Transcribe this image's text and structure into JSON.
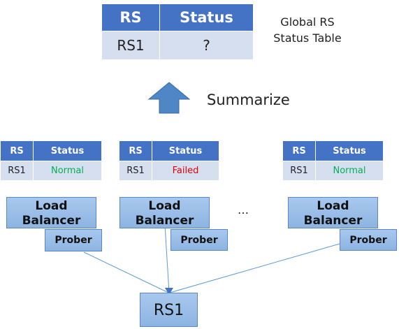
{
  "global_table": {
    "header_rs": "RS",
    "header_status": "Status",
    "row_rs": "RS1",
    "row_status": "?",
    "caption_line1": "Global RS",
    "caption_line2": "Status Table"
  },
  "summarize_label": "Summarize",
  "local_tables": [
    {
      "header_rs": "RS",
      "header_status": "Status",
      "row_rs": "RS1",
      "row_status": "Normal",
      "status_color": "#00b050"
    },
    {
      "header_rs": "RS",
      "header_status": "Status",
      "row_rs": "RS1",
      "row_status": "Failed",
      "status_color": "#e00000"
    },
    {
      "header_rs": "RS",
      "header_status": "Status",
      "row_rs": "RS1",
      "row_status": "Normal",
      "status_color": "#00b050"
    }
  ],
  "load_balancer": {
    "line1": "Load",
    "line2": "Balancer"
  },
  "prober_label": "Prober",
  "ellipsis": "…",
  "rs_server_label": "RS1",
  "colors": {
    "header_blue": "#4472c4",
    "row_blue": "#d6dff0",
    "box_blue": "#9dc3e6",
    "arrow_blue": "#4f86c6",
    "line_blue": "#5b9bd5"
  }
}
